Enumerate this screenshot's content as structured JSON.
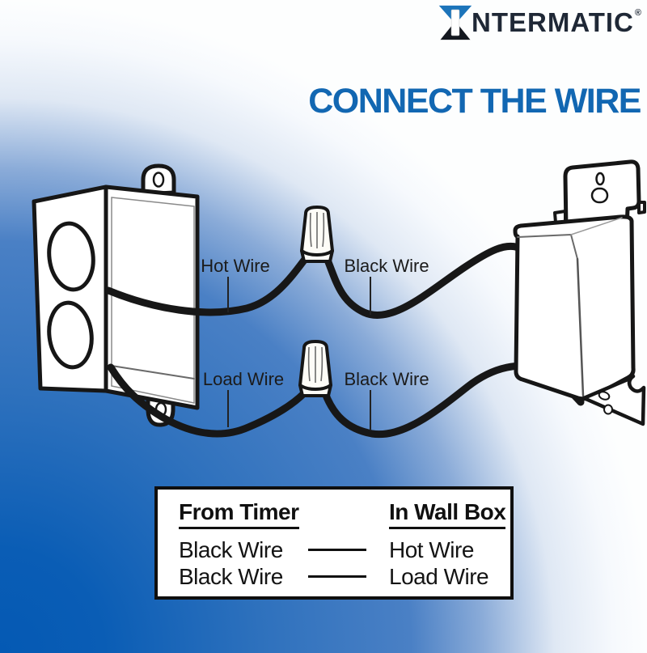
{
  "brand": {
    "icon_letter": "I",
    "name_rest": "NTERMATIC",
    "registered": "®"
  },
  "title": "CONNECT THE WIRE",
  "diagram": {
    "hot_wire_label": "Hot Wire",
    "black_wire_top_label": "Black Wire",
    "load_wire_label": "Load Wire",
    "black_wire_bottom_label": "Black Wire"
  },
  "legend_table": {
    "from_header": "From Timer",
    "to_header": "In Wall Box",
    "rows": [
      {
        "from": "Black Wire",
        "to": "Hot Wire"
      },
      {
        "from": "Black Wire",
        "to": "Load Wire"
      }
    ]
  },
  "colors": {
    "title_blue": "#1267b2",
    "logo_blue": "#1c74ba",
    "background_deep_blue": "#0459b4",
    "ink": "#161616"
  }
}
